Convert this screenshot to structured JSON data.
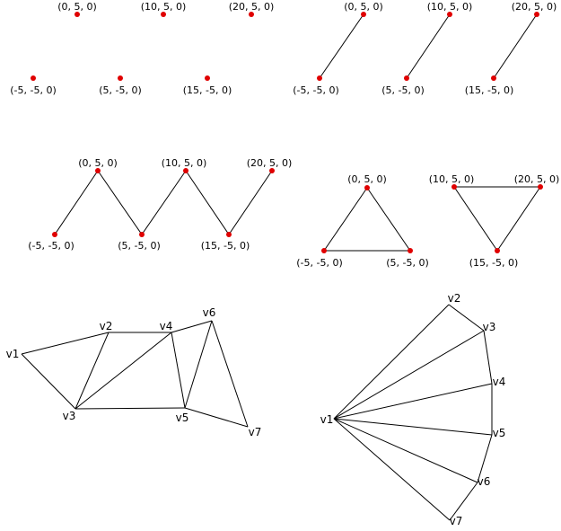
{
  "colors": {
    "point": "#e00000",
    "line": "#000000",
    "text": "#000000",
    "background": "#ffffff"
  },
  "panels": [
    {
      "id": "points",
      "points": [
        {
          "label": "(0, 5, 0)"
        },
        {
          "label": "(10, 5, 0)"
        },
        {
          "label": "(20, 5, 0)"
        },
        {
          "label": "(-5, -5, 0)"
        },
        {
          "label": "(5, -5, 0)"
        },
        {
          "label": "(15, -5, 0)"
        }
      ]
    },
    {
      "id": "lines",
      "points": [
        {
          "label": "(0, 5, 0)"
        },
        {
          "label": "(10, 5, 0)"
        },
        {
          "label": "(20, 5, 0)"
        },
        {
          "label": "(-5, -5, 0)"
        },
        {
          "label": "(5, -5, 0)"
        },
        {
          "label": "(15, -5, 0)"
        }
      ]
    },
    {
      "id": "line-strip",
      "points": [
        {
          "label": "(0, 5, 0)"
        },
        {
          "label": "(10, 5, 0)"
        },
        {
          "label": "(20, 5, 0)"
        },
        {
          "label": "(-5, -5, 0)"
        },
        {
          "label": "(5, -5, 0)"
        },
        {
          "label": "(15, -5, 0)"
        }
      ]
    },
    {
      "id": "triangles",
      "points": [
        {
          "label": "(0, 5, 0)"
        },
        {
          "label": "(-5, -5, 0)"
        },
        {
          "label": "(5, -5, 0)"
        },
        {
          "label": "(10, 5, 0)"
        },
        {
          "label": "(20, 5, 0)"
        },
        {
          "label": "(15, -5, 0)"
        }
      ]
    },
    {
      "id": "triangle-strip",
      "vertices": [
        {
          "label": "v1"
        },
        {
          "label": "v2"
        },
        {
          "label": "v3"
        },
        {
          "label": "v4"
        },
        {
          "label": "v5"
        },
        {
          "label": "v6"
        },
        {
          "label": "v7"
        }
      ]
    },
    {
      "id": "triangle-fan",
      "vertices": [
        {
          "label": "v1"
        },
        {
          "label": "v2"
        },
        {
          "label": "v3"
        },
        {
          "label": "v4"
        },
        {
          "label": "v5"
        },
        {
          "label": "v6"
        },
        {
          "label": "v7"
        }
      ]
    }
  ]
}
